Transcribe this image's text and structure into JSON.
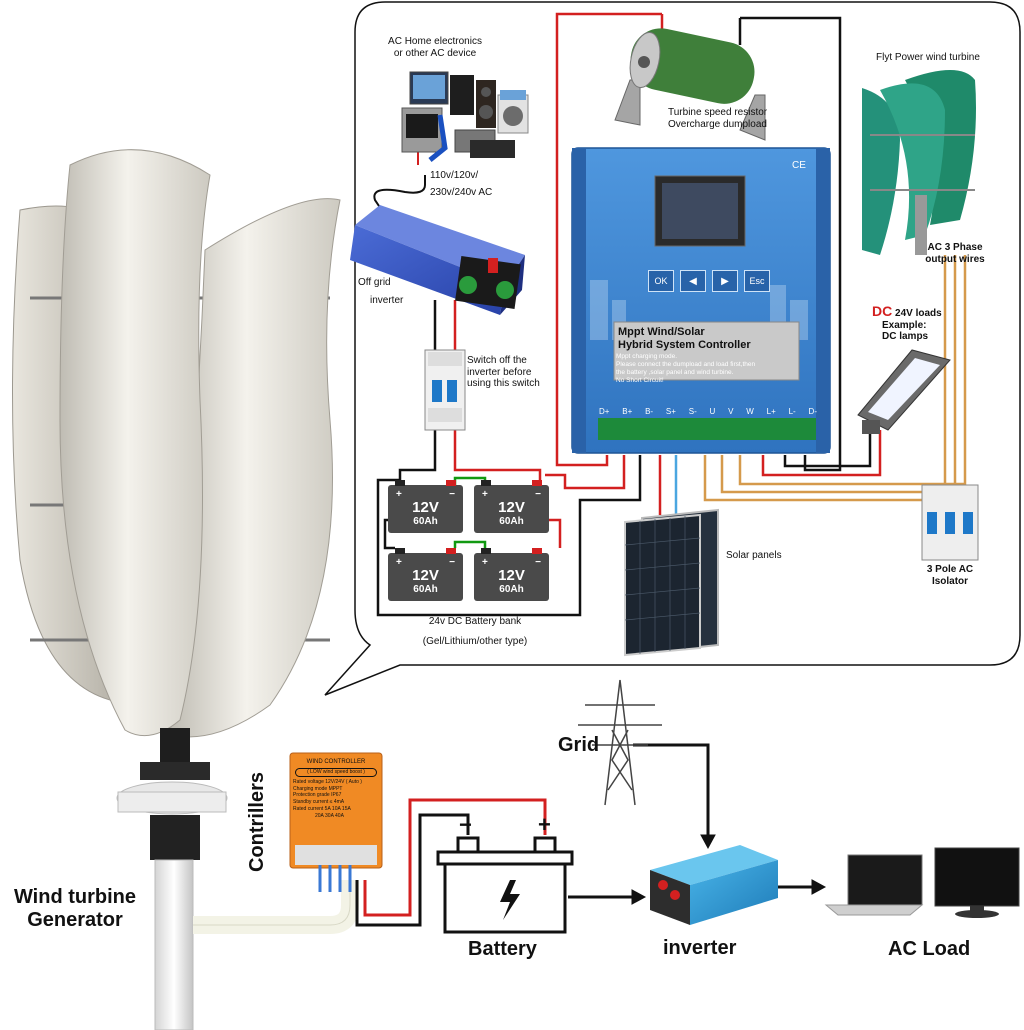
{
  "callout": {
    "ac_devices_label_1": "AC Home electronics",
    "ac_devices_label_2": "or other AC device",
    "ac_voltage_1": "110v/120v/",
    "ac_voltage_2": "230v/240v AC",
    "inverter_label_1": "Off grid",
    "inverter_label_2": "inverter",
    "switch_note_1": "Switch off the",
    "switch_note_2": "inverter before",
    "switch_note_3": "using this switch",
    "resistor_label_1": "Turbine speed resistor",
    "resistor_label_2": "Overcharge dumpload",
    "controller_title_1": "Mppt Wind/Solar",
    "controller_title_2": "Hybrid System Controller",
    "controller_note_1": "Mppt charging mode.",
    "controller_note_2": "Please connect the dumpload and load first,then",
    "controller_note_3": "the battery ,solar panel and wind turbine.",
    "controller_note_4": "No Short Circuit!",
    "controller_buttons": [
      "OK",
      "◀",
      "▶",
      "Esc"
    ],
    "controller_ce": "CE",
    "terminal_labels": [
      "D+",
      "B+",
      "B-",
      "S+",
      "S-",
      "U",
      "V",
      "W",
      "L+",
      "L-",
      "D-"
    ],
    "wind_turbine_label": "Flyt Power wind turbine",
    "phase_wires_1": "AC 3 Phase",
    "phase_wires_2": "output wires",
    "dc_loads_prefix": "DC",
    "dc_loads_1": " 24V loads",
    "dc_loads_2": "Example:",
    "dc_loads_3": "DC lamps",
    "battery_voltage": "12V",
    "battery_capacity": "60Ah",
    "battery_plus": "+",
    "battery_minus": "−",
    "battery_bank_1": "24v DC Battery bank",
    "battery_bank_2": "(Gel/Lithium/other type)",
    "solar_label": "Solar panels",
    "isolator_1": "3 Pole AC",
    "isolator_2": "Isolator"
  },
  "bottom": {
    "grid": "Grid",
    "controllers": "Contrillers",
    "battery": "Battery",
    "inverter": "inverter",
    "ac_load": "AC Load",
    "generator_1": "Wind turbine",
    "generator_2": "Generator",
    "battery_minus": "−",
    "battery_plus": "+",
    "small_controller_title": "WIND CONTROLLER",
    "small_controller_sub": "( LOW wind speed boost )",
    "small_controller_lines": [
      "Rated voltage 12V/24V ( Auto )",
      "Charging mode MPPT",
      "Protection grade IP67",
      "Standby current ≤ 4mA",
      "Rated current 5A 10A 15A",
      "20A 30A 40A"
    ]
  },
  "colors": {
    "controller_blue": "#3d86d2",
    "wire_red": "#d32020",
    "wire_black": "#111111",
    "wire_orange": "#d59a4c",
    "wire_blue": "#4aa6e0",
    "turbine_white": "#ece9e1",
    "panel_dark": "#1c2530",
    "battery_gray": "#4a4a4a",
    "turbine_green": "#1f8a6a",
    "small_controller_orange": "#f08a24"
  }
}
